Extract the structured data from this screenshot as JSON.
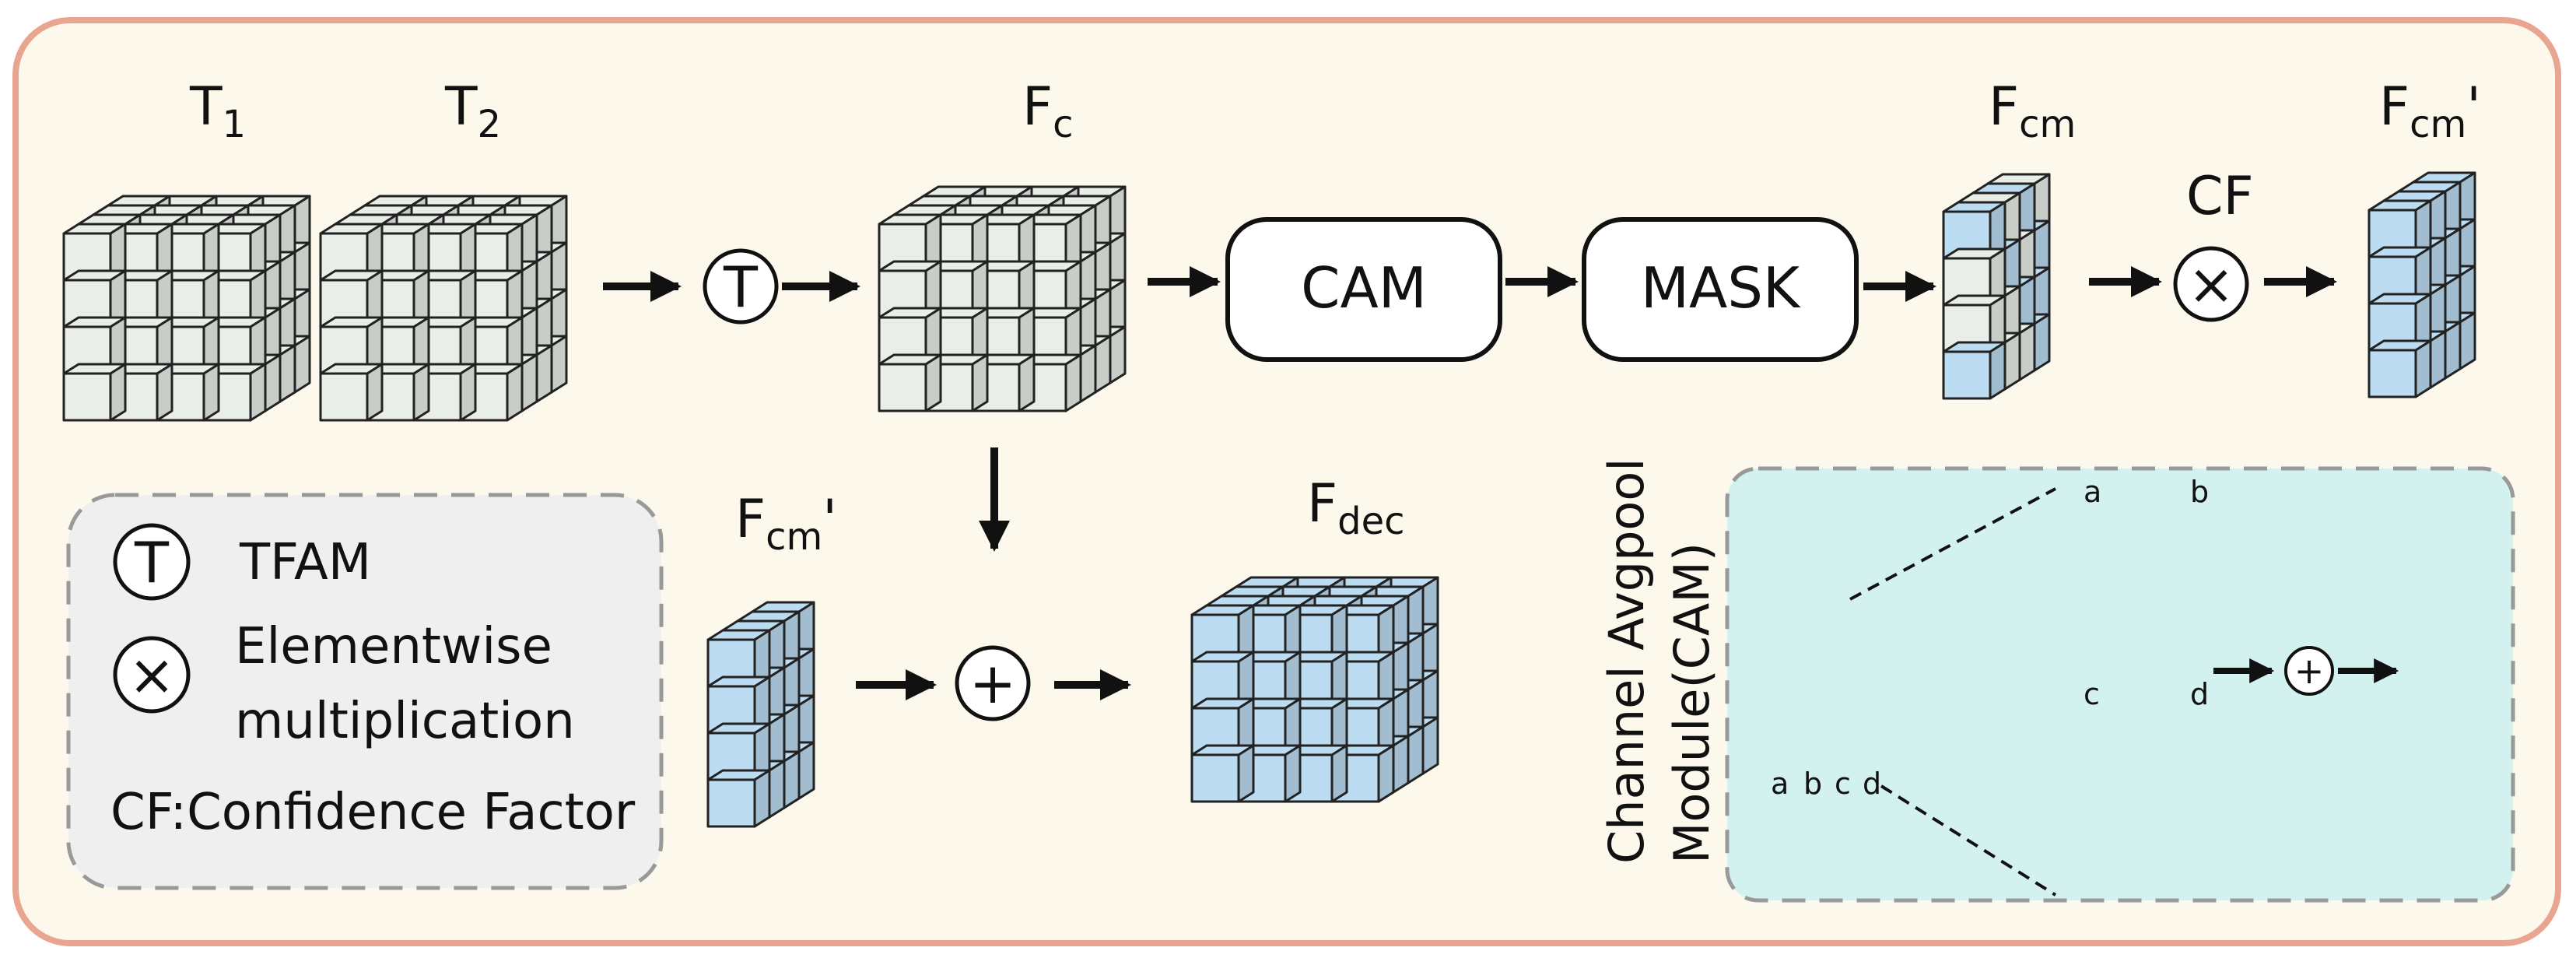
{
  "labels": {
    "t1": {
      "main": "T",
      "sub": "1"
    },
    "t2": {
      "main": "T",
      "sub": "2"
    },
    "fc": {
      "main": "F",
      "sub": "c"
    },
    "fcm": {
      "main": "F",
      "sub": "cm"
    },
    "fcm_prime_top": {
      "main": "F",
      "sub": "cm",
      "suffix": "'"
    },
    "fcm_prime_bottom": {
      "main": "F",
      "sub": "cm",
      "suffix": "'"
    },
    "fdec": {
      "main": "F",
      "sub": "dec"
    },
    "cf": "CF"
  },
  "boxes": {
    "cam": "CAM",
    "mask": "MASK"
  },
  "operators": {
    "tfam_symbol": "T",
    "multiply_symbol": "×",
    "plus_symbol": "+"
  },
  "legend": {
    "tfam": "TFAM",
    "elementwise_line1": "Elementwise",
    "elementwise_line2": "multiplication",
    "cf_def": "CF:Confidence Factor"
  },
  "cam_module": {
    "title_line1": "Channel Avgpool",
    "title_line2": "Module(CAM)",
    "slice_labels": [
      "a",
      "b",
      "c",
      "d"
    ],
    "branch_labels": [
      "a",
      "b",
      "c",
      "d"
    ]
  },
  "colors": {
    "panel_border": "#e8a58f",
    "panel_fill": "#fcf8ec",
    "cube_gray": "#e9eee9",
    "cube_blue": "#bcdcf2",
    "legend_fill": "#efefef",
    "cam_fill": "#d3f2ef"
  }
}
